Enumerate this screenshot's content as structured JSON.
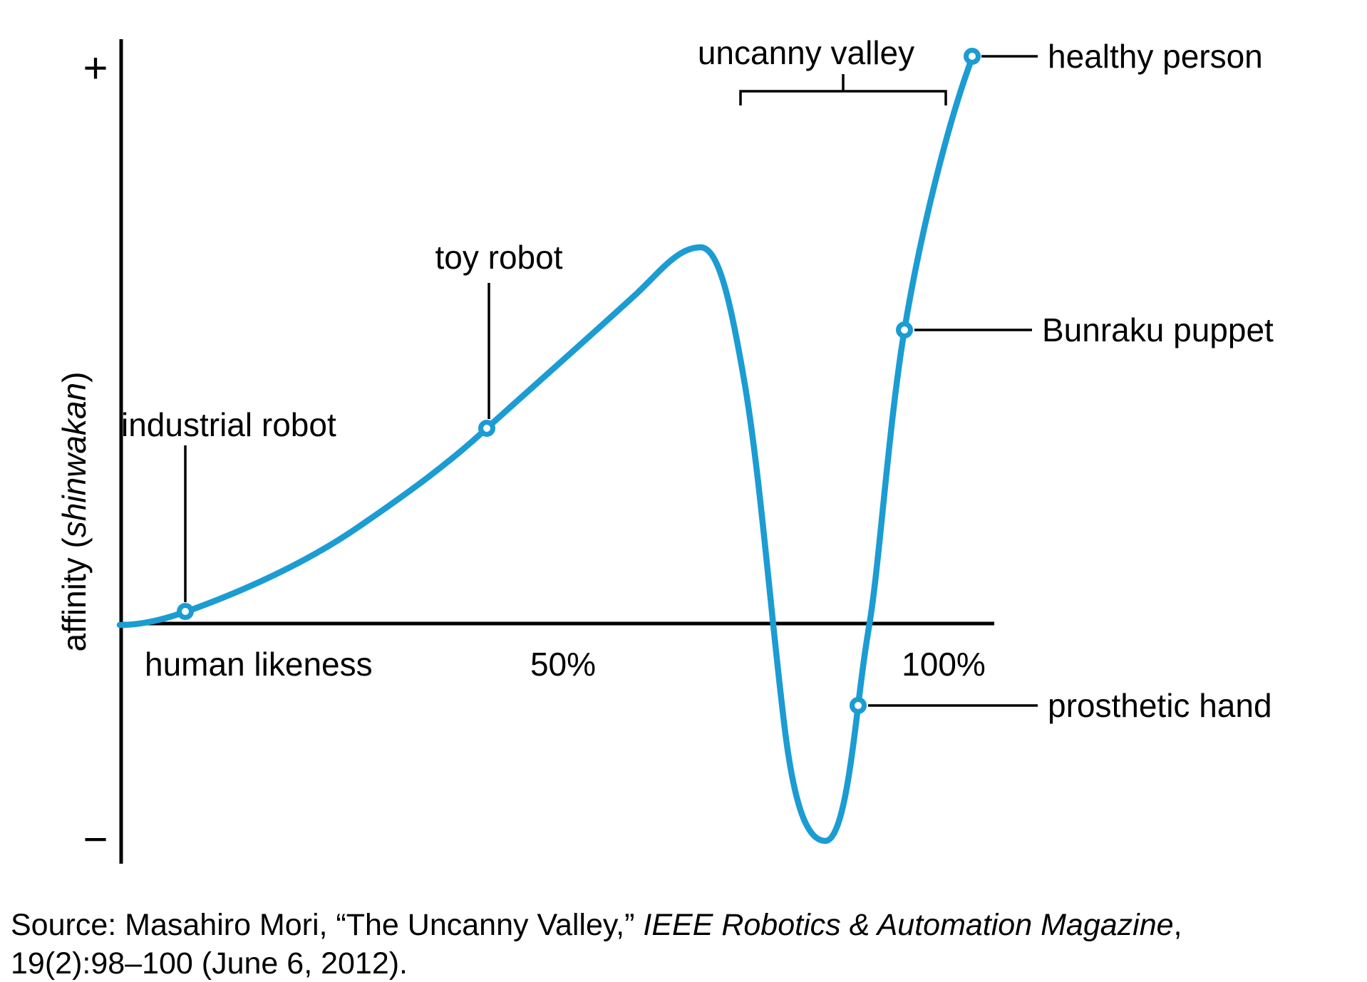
{
  "axes": {
    "y_plus": "+",
    "y_minus": "−",
    "y_label_prefix": "affinity (",
    "y_label_italic": "shinwakan",
    "y_label_suffix": ")",
    "x_label": "human likeness",
    "x_tick_50": "50%",
    "x_tick_100": "100%"
  },
  "annotations": {
    "uncanny_valley": "uncanny valley",
    "industrial_robot": "industrial robot",
    "toy_robot": "toy robot",
    "healthy_person": "healthy person",
    "bunraku_puppet": "Bunraku puppet",
    "prosthetic_hand": "prosthetic hand"
  },
  "source": {
    "line1_normal": "Source: Masahiro Mori, “The Uncanny Valley,” ",
    "line1_italic": "IEEE Robotics & Automation Magazine",
    "line1_tail": ",",
    "line2": "19(2):98–100 (June 6, 2012)."
  },
  "colors": {
    "curve": "#1b9cd2",
    "ink": "#000000",
    "background": "#ffffff"
  },
  "chart_data": {
    "type": "line",
    "xlabel": "human likeness",
    "ylabel": "affinity (shinwakan)",
    "x_ticks": [
      "50%",
      "100%"
    ],
    "y_ticks": [
      "+",
      "−"
    ],
    "x_range_percent": [
      0,
      115
    ],
    "y_range": [
      -1,
      1
    ],
    "grid": false,
    "series": [
      {
        "name": "affinity curve",
        "x_percent": [
          0,
          10,
          25,
          40,
          55,
          67,
          75,
          80,
          85,
          89,
          92,
          95,
          100
        ],
        "y_affinity": [
          0.0,
          0.04,
          0.15,
          0.35,
          0.55,
          0.68,
          0.3,
          -0.3,
          -0.39,
          -0.15,
          0.2,
          0.53,
          1.0
        ]
      }
    ],
    "markers": [
      {
        "label": "industrial robot",
        "human_likeness_percent": 8,
        "affinity": 0.02
      },
      {
        "label": "toy robot",
        "human_likeness_percent": 40,
        "affinity": 0.35
      },
      {
        "label": "prosthetic hand",
        "human_likeness_percent": 89,
        "affinity": -0.15
      },
      {
        "label": "Bunraku puppet",
        "human_likeness_percent": 95,
        "affinity": 0.53
      },
      {
        "label": "healthy person",
        "human_likeness_percent": 100,
        "affinity": 1.0
      }
    ],
    "annotation_bracket": {
      "label": "uncanny valley",
      "span_percent": [
        73,
        100
      ],
      "position": "top"
    },
    "curve_peak": {
      "human_likeness_percent": 67,
      "affinity": 0.68
    },
    "valley_bottom": {
      "human_likeness_percent": 85,
      "affinity": -0.39
    }
  }
}
